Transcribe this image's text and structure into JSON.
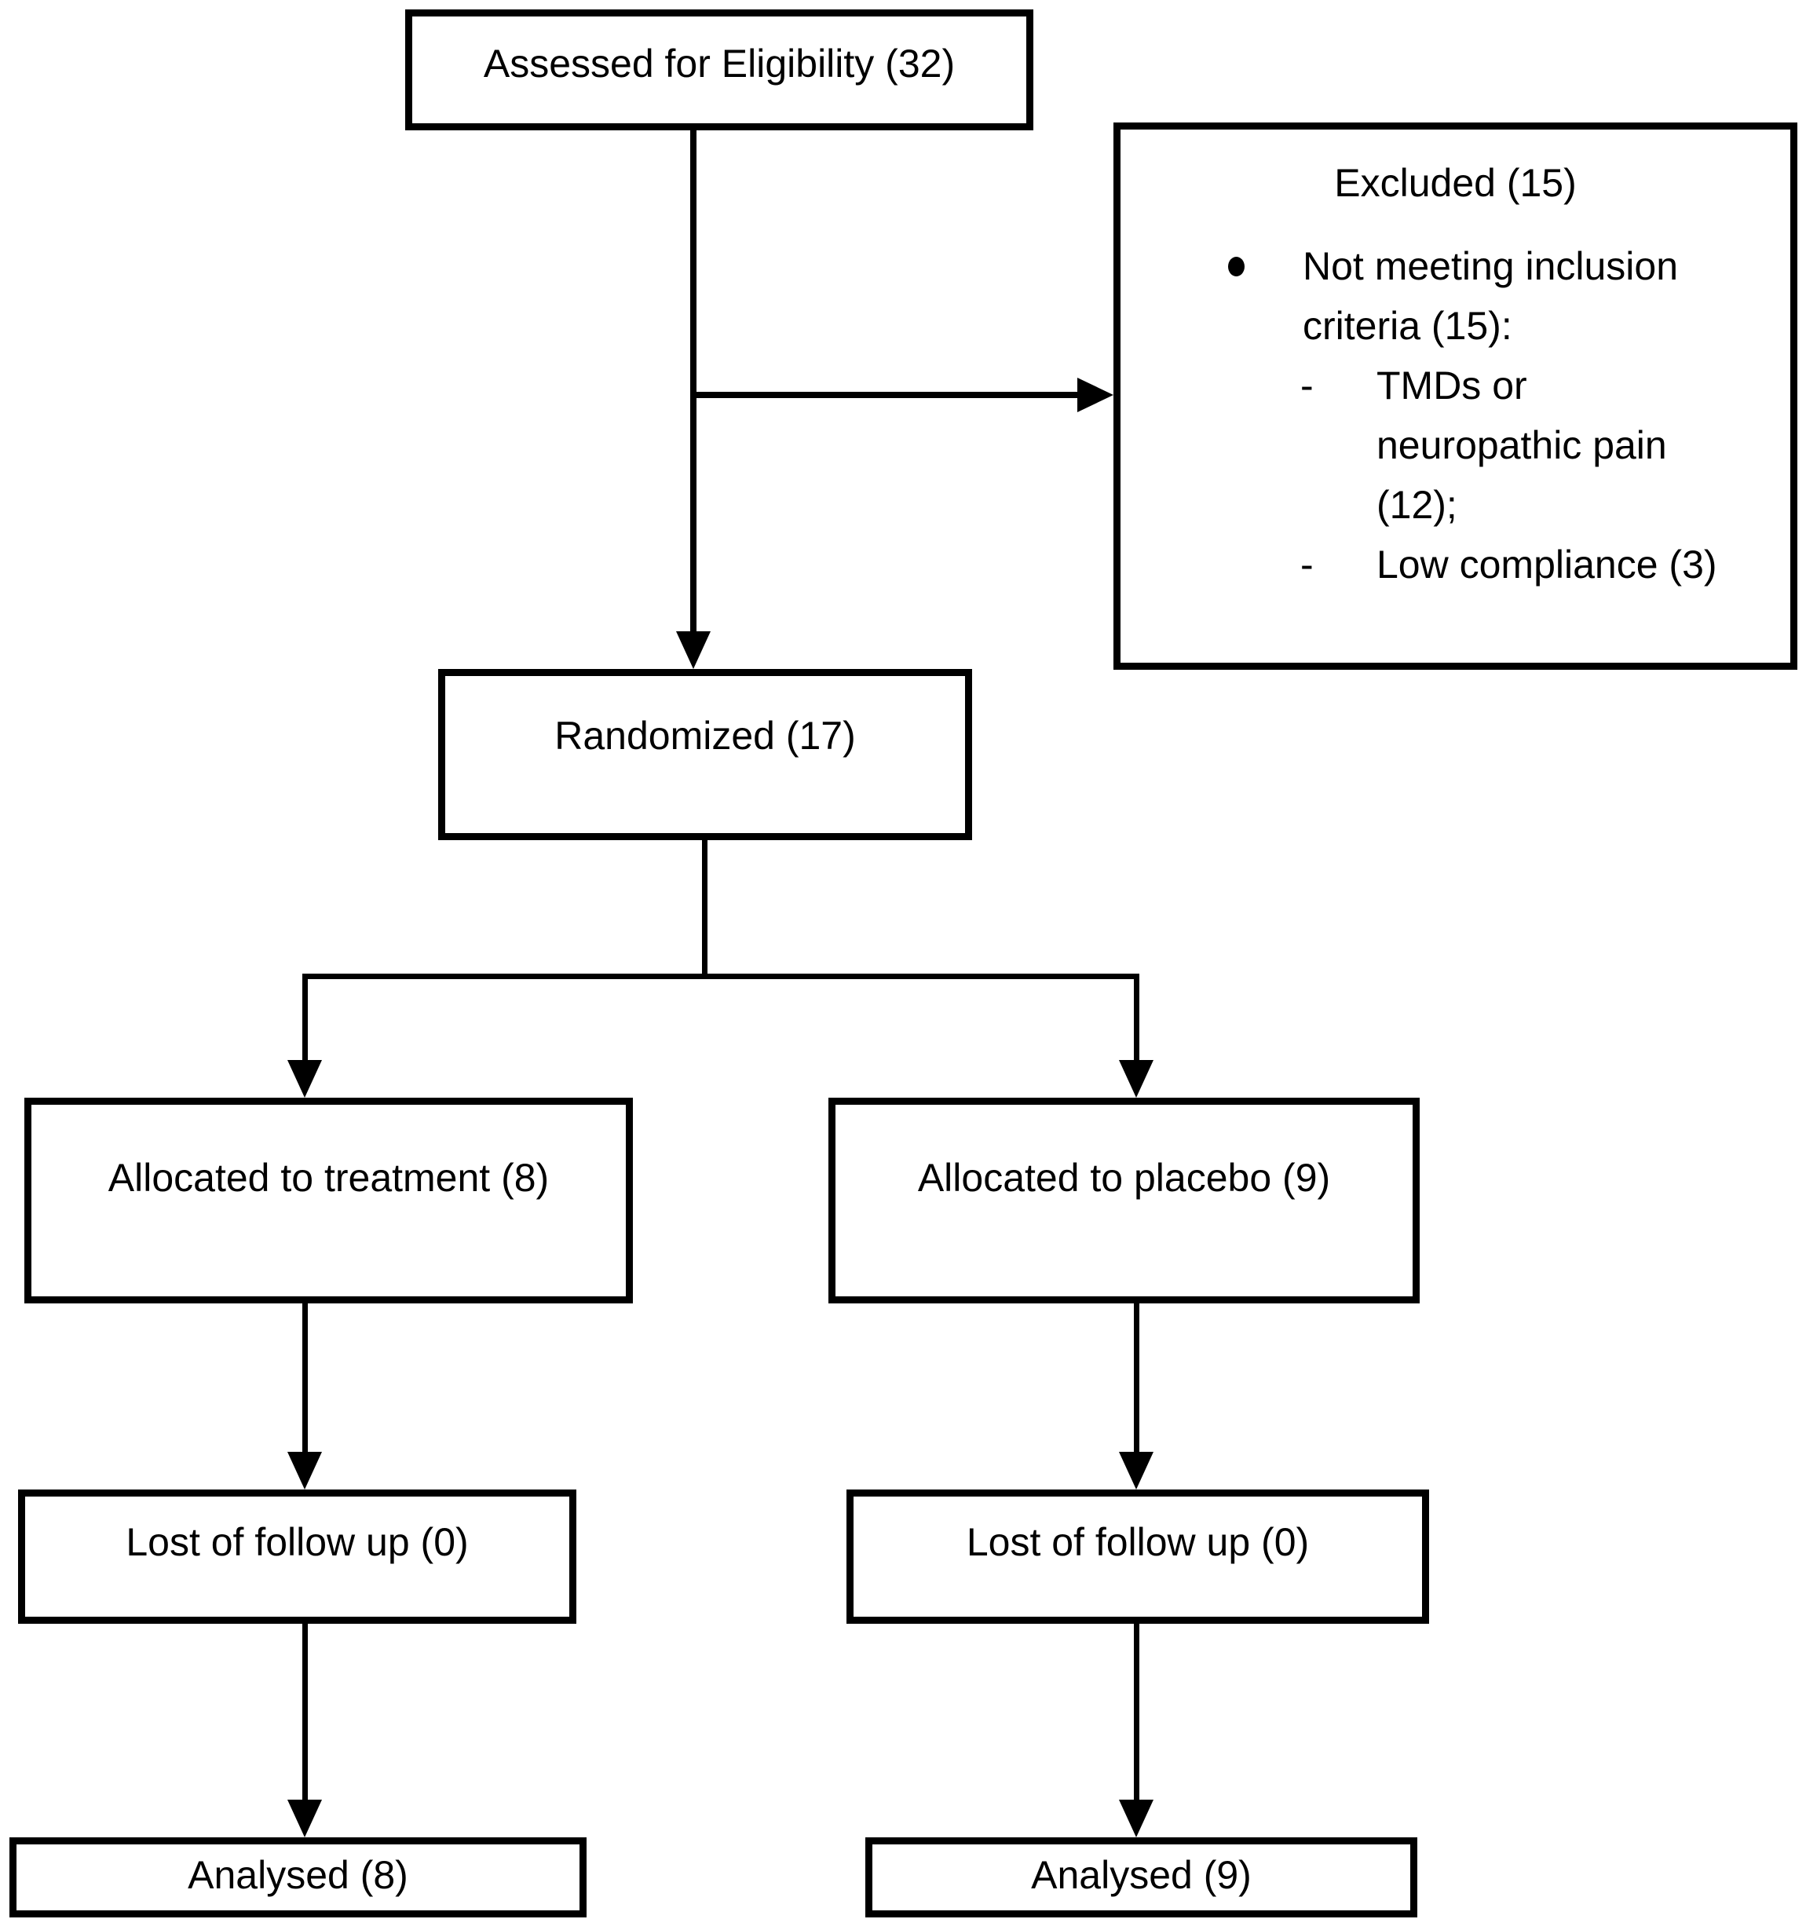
{
  "diagram": {
    "background_color": "#ffffff",
    "line_color": "#000000"
  },
  "nodes": {
    "assessed": {
      "label": "Assessed for Eligibility (32)"
    },
    "excluded": {
      "title": "Excluded (15)",
      "bullet_marker": "•",
      "bullet_item": "Not meeting inclusion criteria (15):",
      "dash_marker": "-",
      "sub_items": [
        "TMDs or neuropathic pain (12);",
        "Low compliance (3)"
      ]
    },
    "randomized": {
      "label": "Randomized (17)"
    },
    "allocated_treatment": {
      "label": "Allocated to treatment (8)"
    },
    "allocated_placebo": {
      "label": "Allocated to placebo (9)"
    },
    "lost_treatment": {
      "label": "Lost of follow up (0)"
    },
    "lost_placebo": {
      "label": "Lost of follow up (0)"
    },
    "analysed_treatment": {
      "label": "Analysed (8)"
    },
    "analysed_placebo": {
      "label": "Analysed (9)"
    }
  }
}
